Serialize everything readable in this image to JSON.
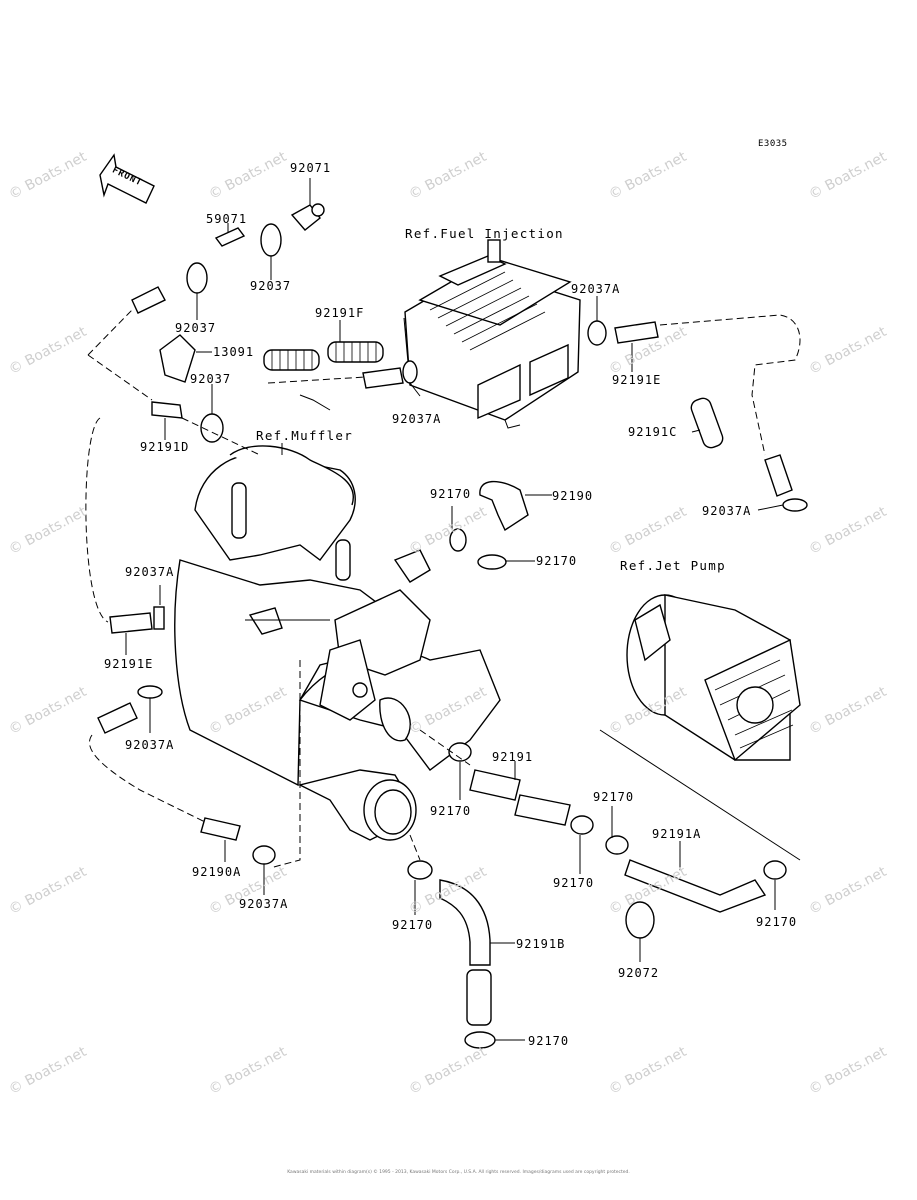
{
  "figure_code": "E3035",
  "front_label": "FRONT",
  "references": {
    "fuel_injection": "Ref.Fuel Injection",
    "muffler": "Ref.Muffler",
    "jet_pump": "Ref.Jet Pump"
  },
  "parts": [
    {
      "id": "92071",
      "label": "92071"
    },
    {
      "id": "59071",
      "label": "59071"
    },
    {
      "id": "92037-a",
      "label": "92037"
    },
    {
      "id": "92037-b",
      "label": "92037"
    },
    {
      "id": "13091",
      "label": "13091"
    },
    {
      "id": "92037-c",
      "label": "92037"
    },
    {
      "id": "92191D",
      "label": "92191D"
    },
    {
      "id": "92191F",
      "label": "92191F"
    },
    {
      "id": "92037A-fi-left",
      "label": "92037A"
    },
    {
      "id": "92037A-fi-right",
      "label": "92037A"
    },
    {
      "id": "92191E-top",
      "label": "92191E"
    },
    {
      "id": "92191C",
      "label": "92191C"
    },
    {
      "id": "92037A-right",
      "label": "92037A"
    },
    {
      "id": "92170-a",
      "label": "92170"
    },
    {
      "id": "92190",
      "label": "92190"
    },
    {
      "id": "92170-b",
      "label": "92170"
    },
    {
      "id": "92037A-left",
      "label": "92037A"
    },
    {
      "id": "92191E-left",
      "label": "92191E"
    },
    {
      "id": "92037A-lower",
      "label": "92037A"
    },
    {
      "id": "92191",
      "label": "92191"
    },
    {
      "id": "92170-c",
      "label": "92170"
    },
    {
      "id": "92170-d",
      "label": "92170"
    },
    {
      "id": "92191A",
      "label": "92191A"
    },
    {
      "id": "92170-e",
      "label": "92170"
    },
    {
      "id": "92170-f",
      "label": "92170"
    },
    {
      "id": "92190A",
      "label": "92190A"
    },
    {
      "id": "92037A-bottom",
      "label": "92037A"
    },
    {
      "id": "92170-g",
      "label": "92170"
    },
    {
      "id": "92191B",
      "label": "92191B"
    },
    {
      "id": "92072",
      "label": "92072"
    },
    {
      "id": "92170-h",
      "label": "92170"
    }
  ],
  "watermark": "© Boats.net",
  "copyright": "Kawasaki materials within diagram(s) © 1995 - 2013, Kawasaki Motors Corp., U.S.A. All rights reserved. Images/diagrams used are copyright protected."
}
